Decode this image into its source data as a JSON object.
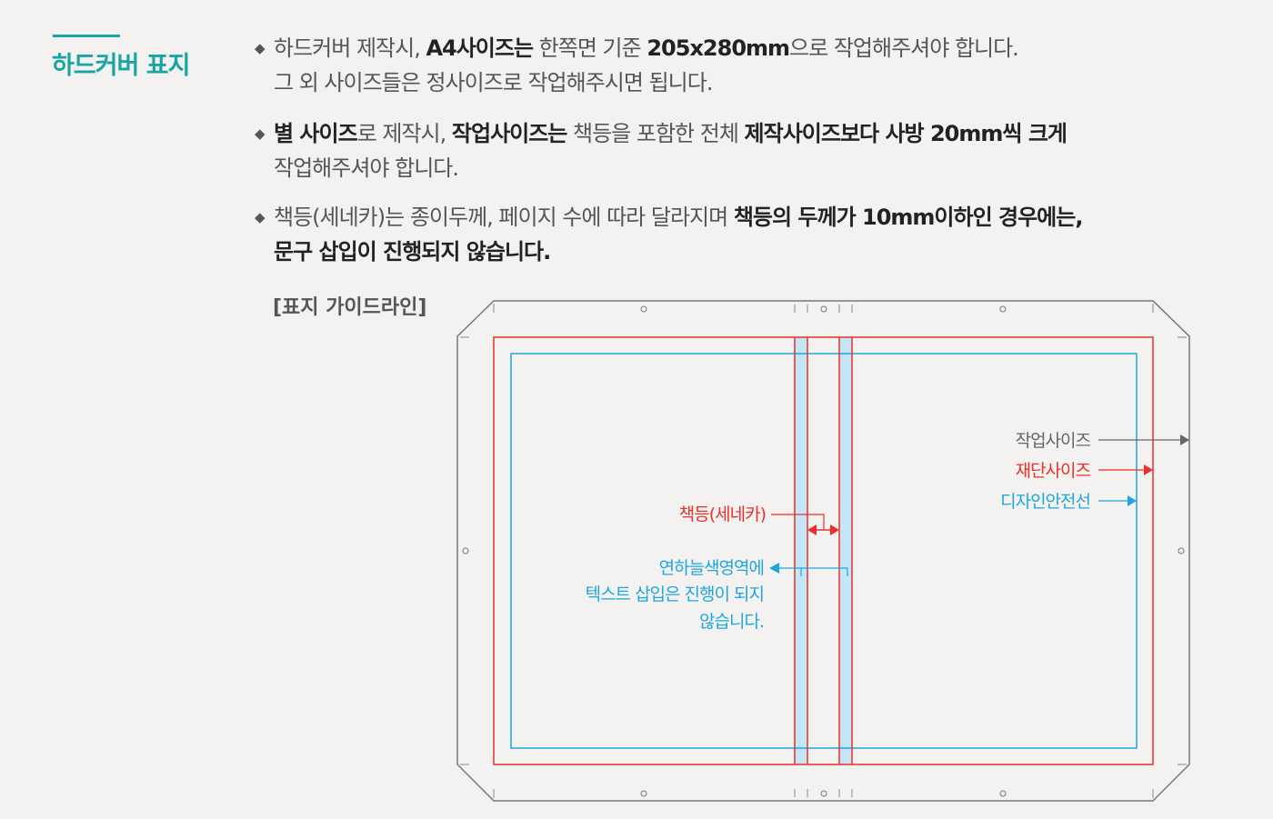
{
  "title": "하드커버 표지",
  "bullets": [
    {
      "lines": [
        [
          {
            "t": "하드커버 제작시, "
          },
          {
            "t": "A4사이즈는",
            "b": true
          },
          {
            "t": " 한쪽면 기준 "
          },
          {
            "t": "205x280mm",
            "b": true
          },
          {
            "t": "으로 작업해주셔야 합니다."
          }
        ],
        [
          {
            "t": "그 외 사이즈들은 정사이즈로 작업해주시면 됩니다."
          }
        ]
      ]
    },
    {
      "lines": [
        [
          {
            "t": "별 사이즈",
            "b": true
          },
          {
            "t": "로 제작시, "
          },
          {
            "t": "작업사이즈는",
            "b": true
          },
          {
            "t": " 책등을 포함한 전체 "
          },
          {
            "t": "제작사이즈보다 사방 20mm씩 크게",
            "b": true
          }
        ],
        [
          {
            "t": "작업해주셔야 합니다."
          }
        ]
      ]
    },
    {
      "lines": [
        [
          {
            "t": "책등(세네카)는 종이두께, 페이지 수에 따라 달라지며 "
          },
          {
            "t": "책등의 두께가 10mm이하인 경우에는,",
            "b": true
          }
        ],
        [
          {
            "t": "문구 삽입이 진행되지 않습니다.",
            "b": true
          }
        ]
      ]
    }
  ],
  "guide_title": "[표지 가이드라인]",
  "diagram": {
    "work_size": "작업사이즈",
    "trim_size": "재단사이즈",
    "safe_line": "디자인안전선",
    "spine": "책등(세네카)",
    "note_lines": [
      "연하늘색영역에",
      "텍스트 삽입은 진행이 되지",
      "않습니다."
    ]
  },
  "colors": {
    "accent": "#1aa5a5",
    "trim": "#e8312a",
    "safe": "#1ea6e0",
    "work": "#666666",
    "spine_fill": "#c5e6f7"
  }
}
